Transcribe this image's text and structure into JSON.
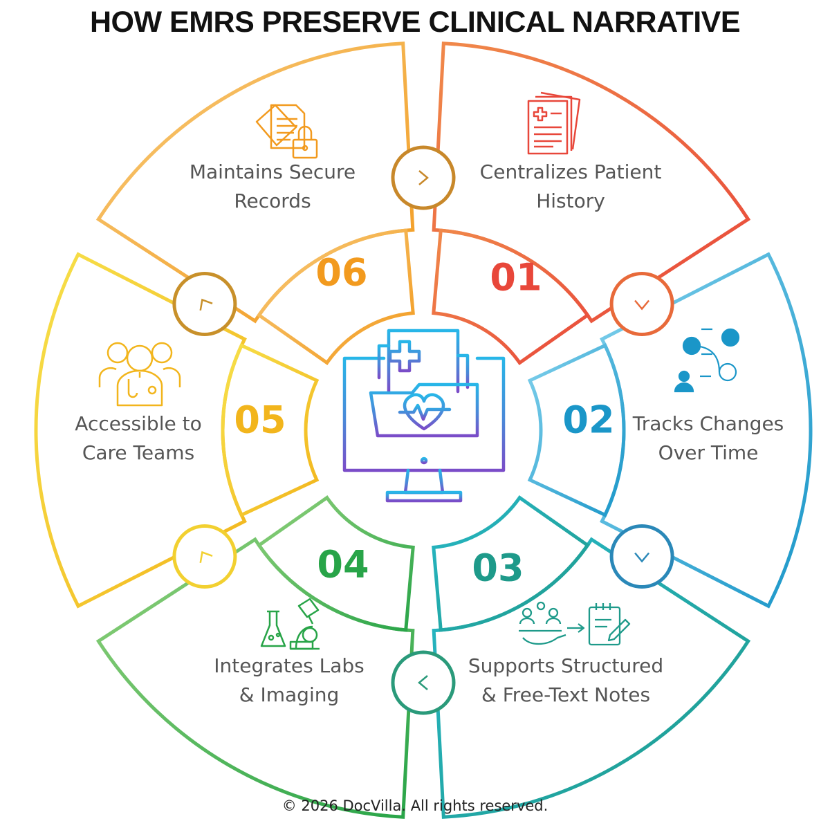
{
  "title": "HOW EMRS PRESERVE CLINICAL NARRATIVE",
  "footer": "© 2026 DocVilla. All rights reserved.",
  "center_icon": "computer-medical-folder-icon",
  "segments": [
    {
      "number": "01",
      "line1": "Centralizes Patient",
      "line2": "History",
      "color": "#e8473a",
      "accent": "#f0894a",
      "icon": "medical-records-icon"
    },
    {
      "number": "02",
      "line1": "Tracks Changes",
      "line2": "Over Time",
      "color": "#1a96c8",
      "accent": "#7fd0ec",
      "icon": "patient-tracking-icon"
    },
    {
      "number": "03",
      "line1": "Supports Structured",
      "line2": "& Free-Text Notes",
      "color": "#1e9a8a",
      "accent": "#27b8c8",
      "icon": "notes-clipboard-icon"
    },
    {
      "number": "04",
      "line1": "Integrates Labs",
      "line2": "& Imaging",
      "color": "#28a448",
      "accent": "#8fd07a",
      "icon": "lab-microscope-icon"
    },
    {
      "number": "05",
      "line1": "Accessible to",
      "line2": "Care Teams",
      "color": "#f2b51c",
      "accent": "#f7e04a",
      "icon": "care-team-icon"
    },
    {
      "number": "06",
      "line1": "Maintains Secure",
      "line2": "Records",
      "color": "#f29a1e",
      "accent": "#f7c978",
      "icon": "secure-documents-icon"
    }
  ],
  "connectors": [
    {
      "icon": "chevron-right-icon"
    },
    {
      "icon": "chevron-down-icon"
    },
    {
      "icon": "chevron-down-icon"
    },
    {
      "icon": "chevron-left-icon"
    },
    {
      "icon": "chevron-up-icon"
    },
    {
      "icon": "chevron-up-icon"
    }
  ]
}
